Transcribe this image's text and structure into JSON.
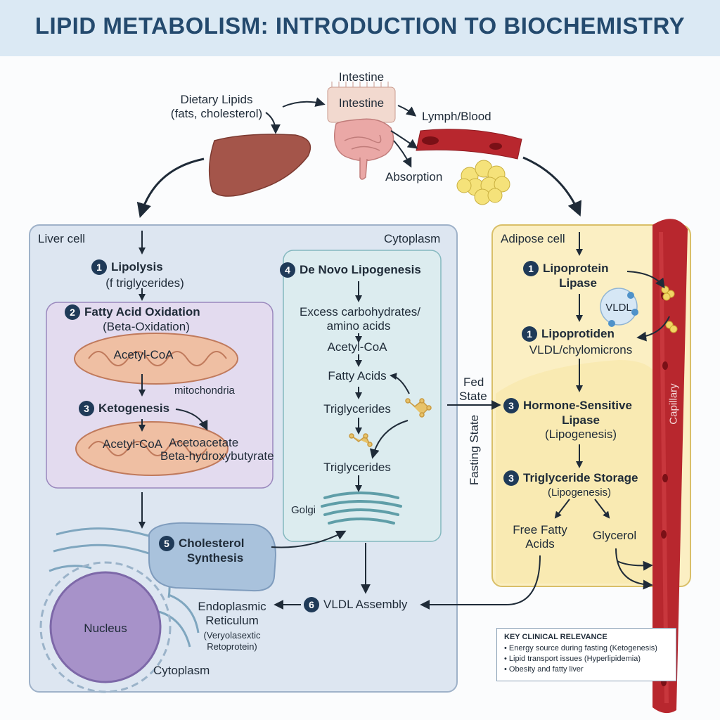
{
  "title": "LIPID METABOLISM: INTRODUCTION TO BIOCHEMISTRY",
  "top": {
    "dietary_lipids": "Dietary Lipids",
    "dietary_sub": "(fats, cholesterol)",
    "intestine_top": "Intestine",
    "intestine_inner": "Intestine",
    "lymph_blood": "Lymph/Blood",
    "absorption": "Absorption"
  },
  "liver": {
    "cell_label": "Liver cell",
    "cytoplasm_top": "Cytoplasm",
    "lipolysis_num": "1",
    "lipolysis": "Lipolysis",
    "lipolysis_sub": "(f triglycerides)",
    "fao_num": "2",
    "fao": "Fatty Acid Oxidation",
    "fao_sub": "(Beta-Oxidation)",
    "acetyl_coa_1": "Acetyl-CoA",
    "mitochondria": "mitochondria",
    "keto_num": "3",
    "ketogenesis": "Ketogenesis",
    "acetyl_coa_2": "Acetyl-CoA",
    "acetoacetate": "Acetoacetate",
    "beta_hb": "Beta-hydroxybutyrate",
    "dnl_num": "4",
    "dnl": "De Novo Lipogenesis",
    "excess": "Excess carbohydrates/",
    "amino": "amino acids",
    "acetyl_coa_3": "Acetyl-CoA",
    "fatty_acids": "Fatty Acids",
    "triglycerides_1": "Triglycerides",
    "triglycerides_2": "Triglycerides",
    "golgi": "Golgi",
    "chol_num": "5",
    "chol_1": "Cholesterol",
    "chol_2": "Synthesis",
    "nucleus": "Nucleus",
    "er_1": "Endoplasmic",
    "er_2": "Reticulum",
    "er_3": "(Veryolasextic",
    "er_4": "Retoprotein)",
    "cytoplasm_bottom": "Cytoplasm",
    "vldl_num": "6",
    "vldl_assembly": "VLDL Assembly"
  },
  "states": {
    "fed_1": "Fed",
    "fed_2": "State",
    "fasting": "Fasting State"
  },
  "adipose": {
    "cell_label": "Adipose cell",
    "lpl_num": "1",
    "lpl_1": "Lipoprotein",
    "lpl_2": "Lipase",
    "vldl_particle": "VLDL",
    "lp2_num": "1",
    "lp2_1": "Lipoprotiden",
    "lp2_2": "VLDL/chylomicrons",
    "hsl_num": "3",
    "hsl_1": "Hormone-Sensitive",
    "hsl_2": "Lipase",
    "hsl_3": "(Lipogenesis)",
    "tgs_num": "3",
    "tgs_1": "Triglyceride Storage",
    "tgs_2": "(Lipogenesis)",
    "ffa_1": "Free Fatty",
    "ffa_2": "Acids",
    "glycerol": "Glycerol",
    "capillary": "Capillary"
  },
  "clinical": {
    "heading": "KEY CLINICAL RELEVANCE",
    "items": [
      "• Energy source during fasting (Ketogenesis)",
      "• Lipid transport issues (Hyperlipidemia)",
      "• Obesity and fatty liver"
    ]
  },
  "colors": {
    "liver_bg": "#dde6f1",
    "mito_box": "#e3dbef",
    "dnl_box": "#dcecef",
    "adipose_bg": "#fbefc3",
    "vessel": "#b8272e",
    "arrow": "#1f2b38"
  }
}
